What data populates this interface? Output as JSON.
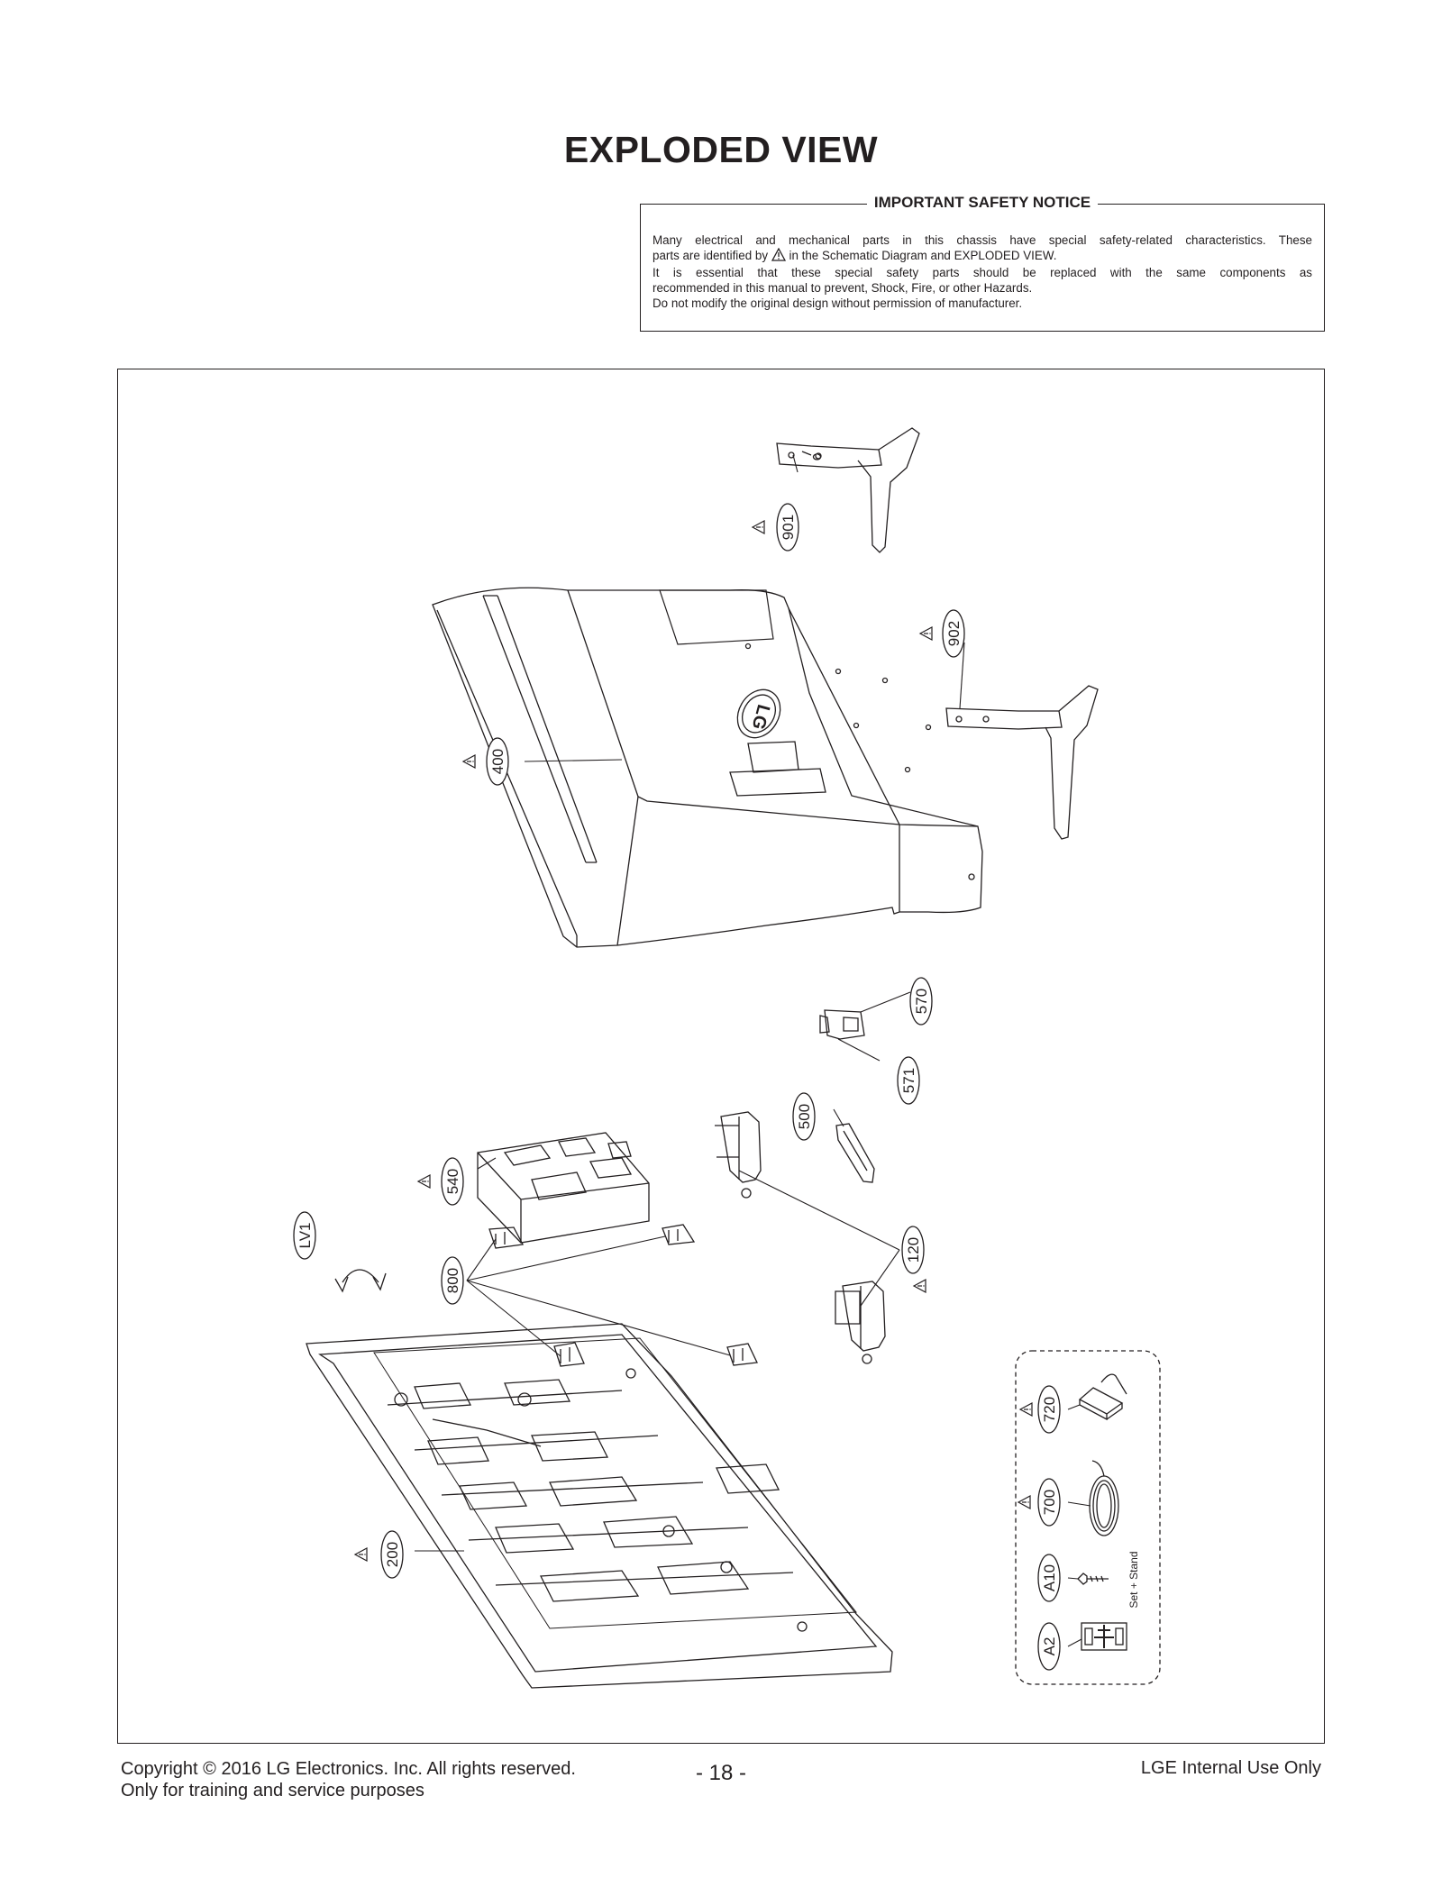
{
  "page": {
    "title": "EXPLODED VIEW"
  },
  "notice": {
    "heading": "IMPORTANT SAFETY NOTICE",
    "line1": "Many electrical and mechanical parts in this chassis have special safety-related characteristics. These",
    "line2a": "parts are identified by",
    "line2b": "in the Schematic Diagram and EXPLODED VIEW.",
    "line3": "It is essential that these special safety parts should be replaced with the same components as",
    "line4": "recommended in this manual to prevent, Shock, Fire, or other Hazards.",
    "line5": "Do not modify the original design without permission of manufacturer."
  },
  "parts": {
    "p901": "901",
    "p902": "902",
    "p400": "400",
    "p570": "570",
    "p571": "571",
    "p500": "500",
    "p540": "540",
    "pLV1": "LV1",
    "p800": "800",
    "p120": "120",
    "p200": "200",
    "p720": "720",
    "p700": "700",
    "pA10": "A10",
    "pA2": "A2",
    "set_stand": "Set + Stand",
    "logo": "LG"
  },
  "footer": {
    "copyright": "Copyright  © 2016 LG Electronics. Inc. All rights reserved.",
    "training": "Only for training and service purposes",
    "page_number": "- 18 -",
    "internal": "LGE Internal Use Only"
  },
  "icons": {
    "safety": "warning-triangle-icon",
    "rotate": "rotate-arrow-icon"
  }
}
